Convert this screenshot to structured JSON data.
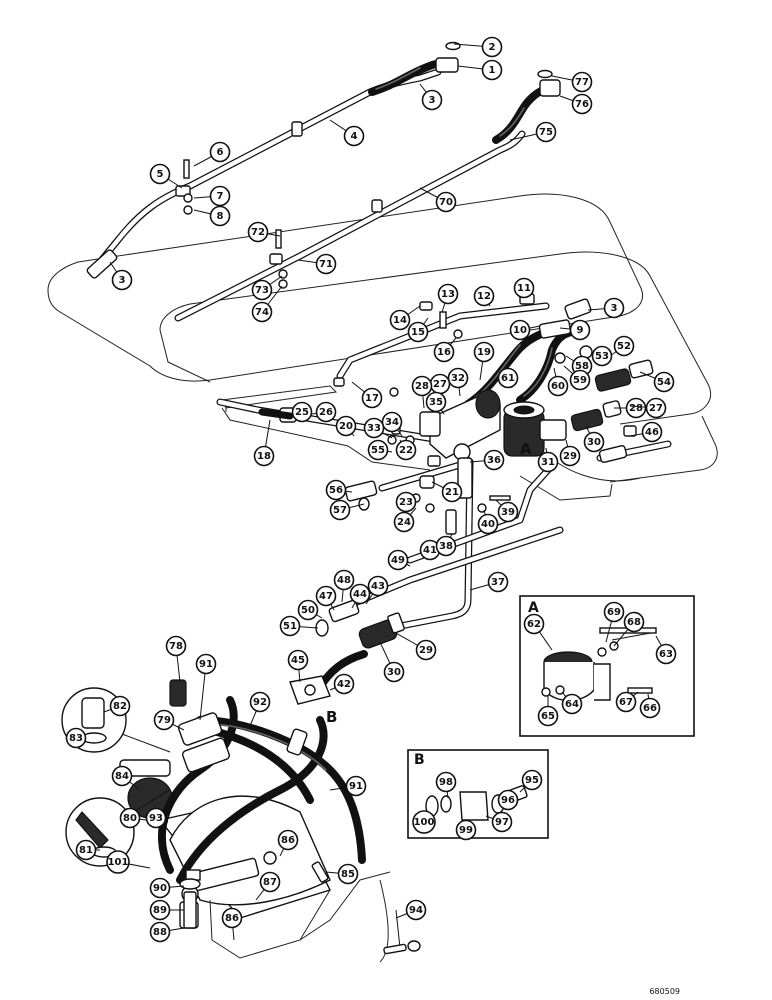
{
  "diagram": {
    "reference_letters": {
      "a": "A",
      "b": "B"
    },
    "inset_a": {
      "letter": "A",
      "callouts": [
        "62",
        "63",
        "64",
        "65",
        "66",
        "67",
        "68",
        "69"
      ]
    },
    "inset_b": {
      "letter": "B",
      "callouts": [
        "95",
        "96",
        "97",
        "98",
        "99",
        "100"
      ]
    },
    "drawing_number": "680509",
    "callouts": {
      "c1": "1",
      "c2": "2",
      "c3a": "3",
      "c3b": "3",
      "c3c": "3",
      "c4": "4",
      "c5": "5",
      "c6": "6",
      "c7": "7",
      "c8": "8",
      "c9": "9",
      "c10": "10",
      "c11": "11",
      "c12": "12",
      "c13": "13",
      "c14": "14",
      "c15": "15",
      "c16": "16",
      "c17": "17",
      "c18": "18",
      "c19": "19",
      "c20": "20",
      "c21": "21",
      "c22": "22",
      "c23": "23",
      "c24": "24",
      "c25": "25",
      "c26": "26",
      "c27a": "27",
      "c27b": "27",
      "c28a": "28",
      "c28b": "28",
      "c29a": "29",
      "c29b": "29",
      "c30a": "30",
      "c30b": "30",
      "c31": "31",
      "c32": "32",
      "c33": "33",
      "c34": "34",
      "c35": "35",
      "c36": "36",
      "c37": "37",
      "c38": "38",
      "c39": "39",
      "c40": "40",
      "c41": "41",
      "c42": "42",
      "c43": "43",
      "c44": "44",
      "c45": "45",
      "c46": "46",
      "c47": "47",
      "c48": "48",
      "c49": "49",
      "c50": "50",
      "c51": "51",
      "c52": "52",
      "c53": "53",
      "c54": "54",
      "c55": "55",
      "c56": "56",
      "c57": "57",
      "c58": "58",
      "c59": "59",
      "c60": "60",
      "c61": "61",
      "c62": "62",
      "c63": "63",
      "c64": "64",
      "c65": "65",
      "c66": "66",
      "c67": "67",
      "c68": "68",
      "c69": "69",
      "c70": "70",
      "c71": "71",
      "c72": "72",
      "c73": "73",
      "c74": "74",
      "c75": "75",
      "c76": "76",
      "c77": "77",
      "c78": "78",
      "c79": "79",
      "c80": "80",
      "c81": "81",
      "c82": "82",
      "c83": "83",
      "c84": "84",
      "c85": "85",
      "c86a": "86",
      "c86b": "86",
      "c87": "87",
      "c88": "88",
      "c89": "89",
      "c90": "90",
      "c91a": "91",
      "c91b": "91",
      "c92": "92",
      "c93": "93",
      "c94": "94",
      "c95": "95",
      "c96": "96",
      "c97": "97",
      "c98": "98",
      "c99": "99",
      "c100": "100",
      "c101": "101"
    }
  }
}
